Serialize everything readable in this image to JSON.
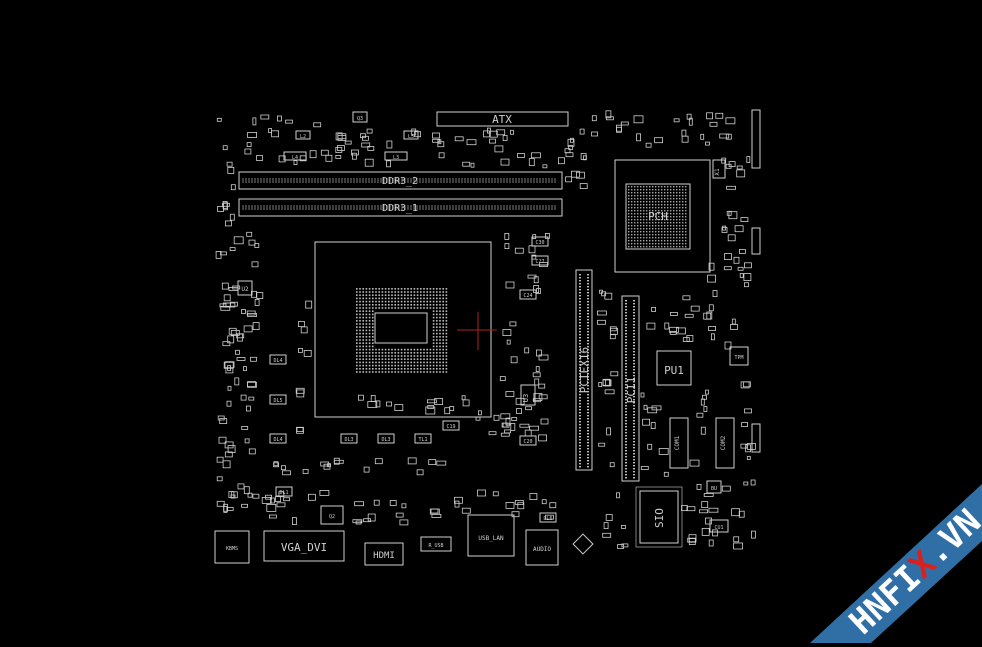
{
  "colors": {
    "background": "#000000",
    "outline": "#cfcfcf",
    "cursor": "#b02020",
    "ribbon": "#2f6fa6",
    "ribbon_text": "#ffffff",
    "ribbon_accent": "#d92020"
  },
  "board": {
    "slots": {
      "atx": "ATX",
      "ddr_a": "DDR3_2",
      "ddr_b": "DDR3_1",
      "pcie16": "PCIEX16",
      "pcie1": "PCI1"
    },
    "chips": {
      "pch": "PCH",
      "pu1": "PU1",
      "sio": "SIO",
      "u1": "U1",
      "u2": "U2",
      "x1": "X1",
      "tpm": "TPM",
      "bu": "BU",
      "cu1": "CU1",
      "q3": "Q3",
      "l4": "L4",
      "l3": "L3",
      "l2": "L2",
      "l5": "L5"
    },
    "connectors": {
      "vga_dvi": "VGA_DVI",
      "hdmi": "HDMI",
      "usb_lan": "USB_LAN",
      "audio": "AUDIO",
      "kbms": "KBMS",
      "usb": "R_USB"
    },
    "parts": {
      "dl4a": "DL4",
      "dl5": "DL5",
      "dl4b": "DL4",
      "dl3a": "DL3",
      "dl3b": "DL3",
      "tl1": "TL1",
      "dl1": "DL1",
      "dl6": "DL6",
      "c30": "C30",
      "c27": "C27",
      "c24": "C24",
      "c19": "C19",
      "c20": "C20",
      "u3": "U3",
      "q2": "Q2"
    },
    "headers": {
      "comp1": "COM1",
      "comp2": "COM2"
    }
  },
  "watermark": {
    "text_a": "HNFI",
    "text_x": "X",
    "text_b": ".VN"
  }
}
